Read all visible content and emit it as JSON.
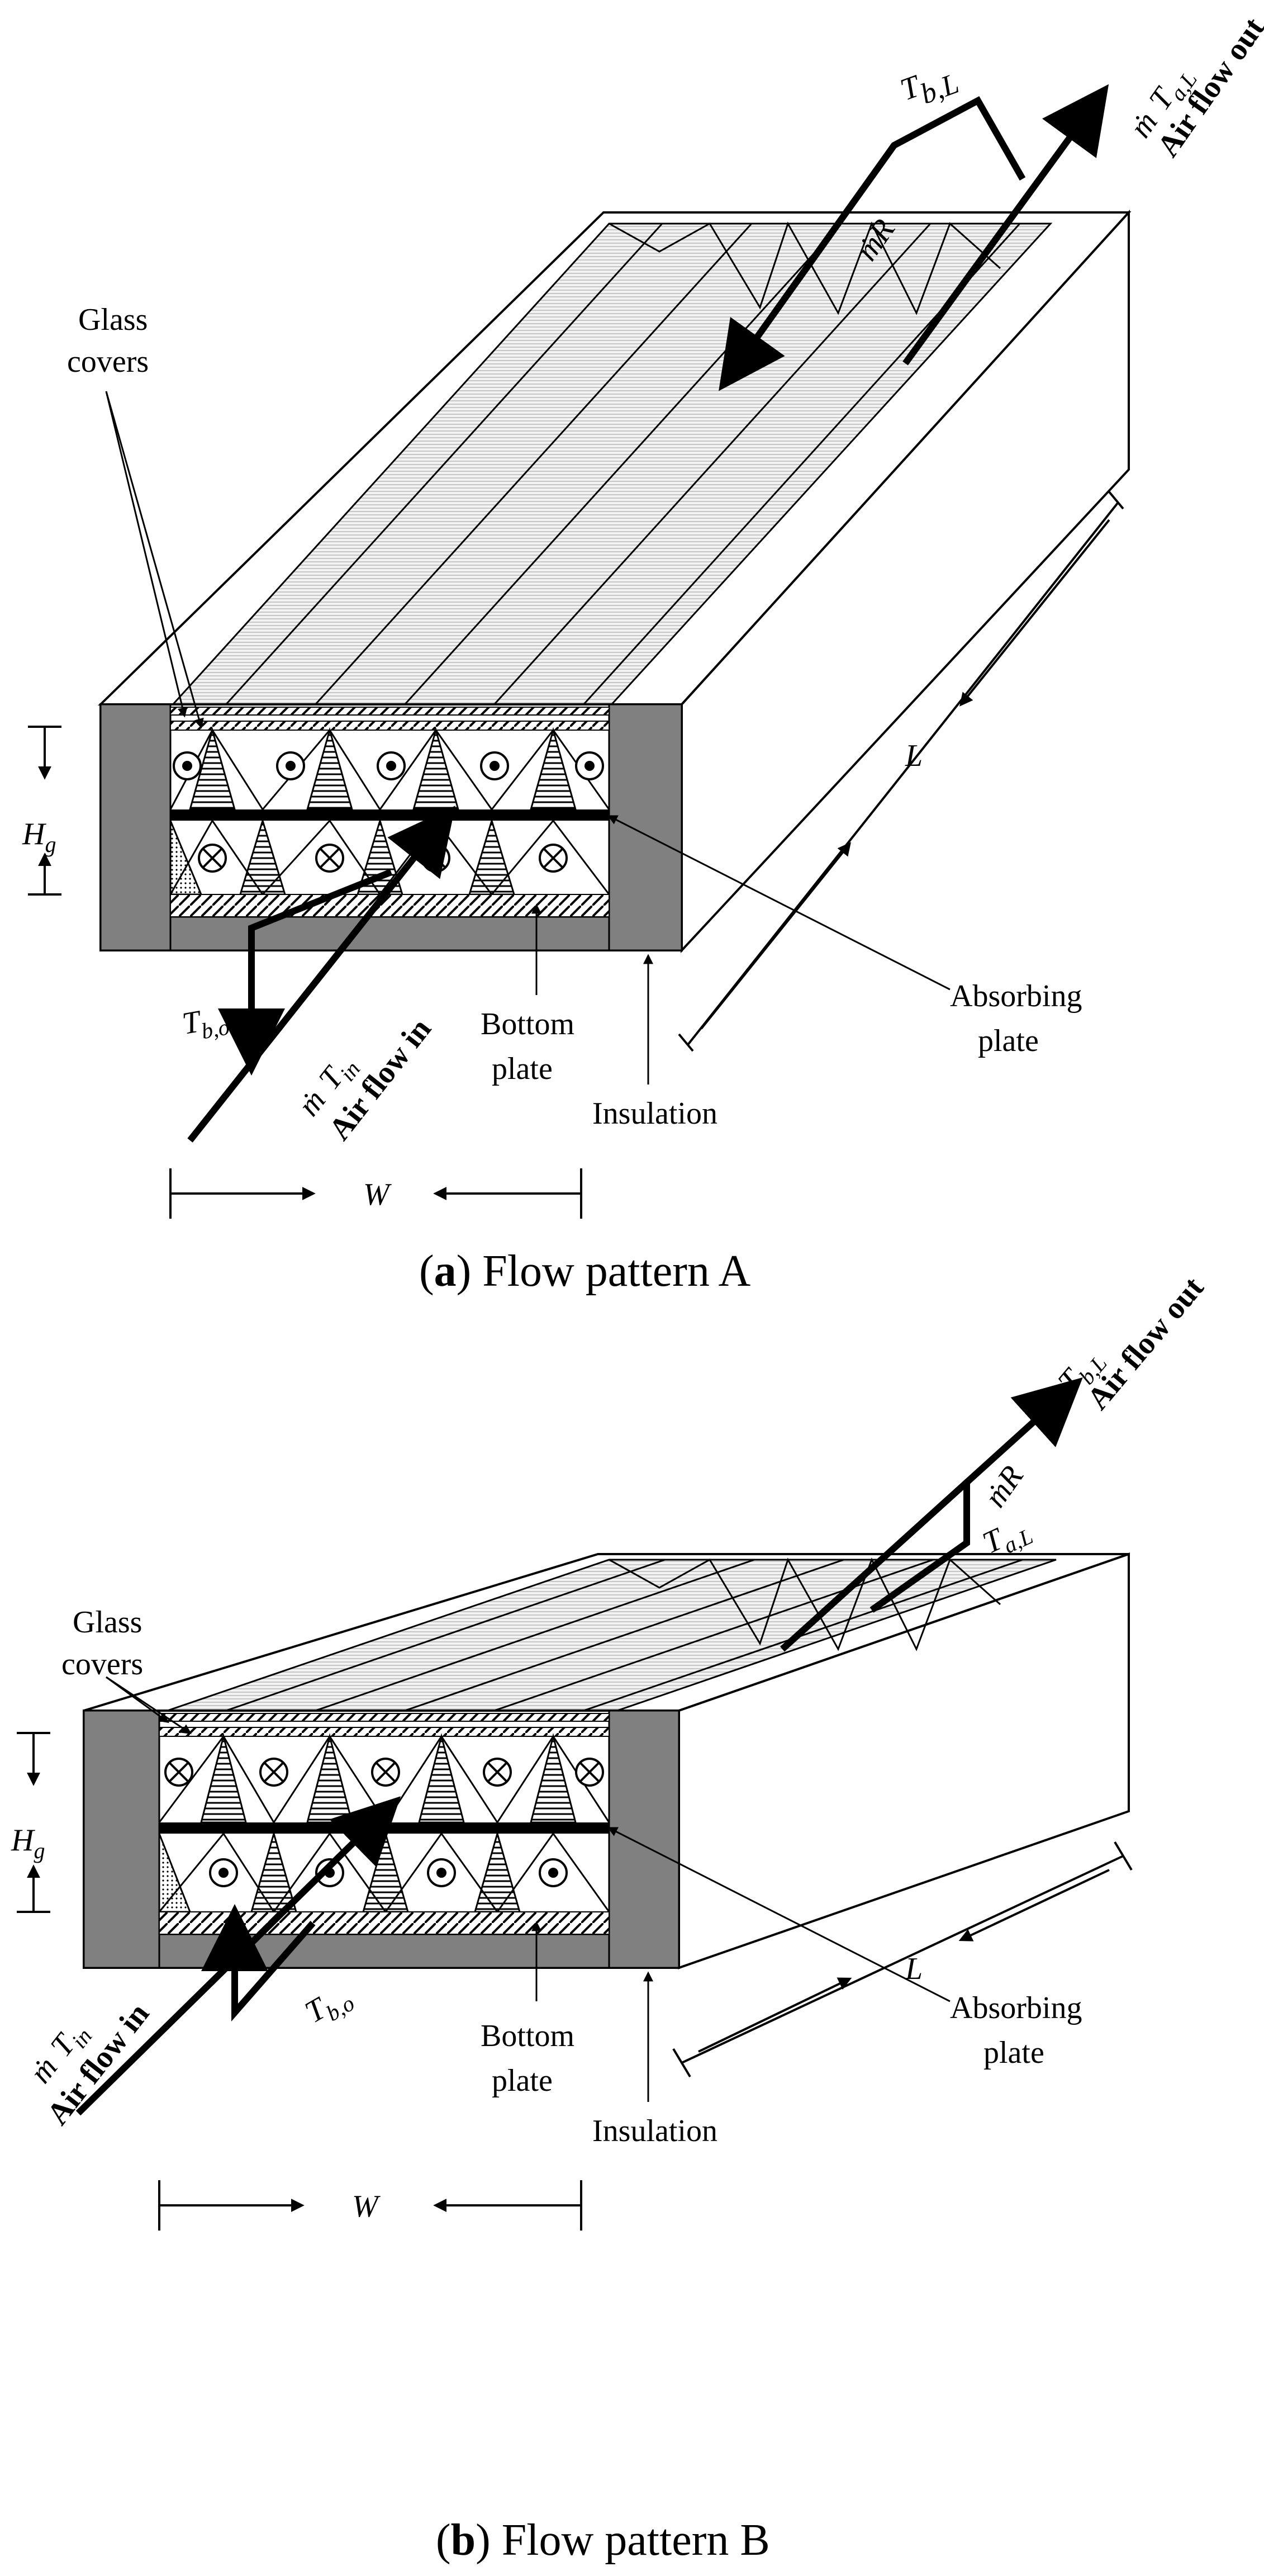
{
  "panel_a": {
    "caption_letter": "a",
    "caption_text": "Flow pattern A",
    "labels": {
      "glass_covers_1": "Glass",
      "glass_covers_2": "covers",
      "absorbing_1": "Absorbing",
      "absorbing_2": "plate",
      "bottom_1": "Bottom",
      "bottom_2": "plate",
      "insulation": "Insulation",
      "air_in": "Air flow in",
      "air_out": "Air flow out",
      "hg": "H",
      "hg_sub": "g",
      "w": "W",
      "l": "L",
      "mR": "ṁR",
      "m_in": "ṁ",
      "t_in": "T",
      "t_in_sub": "in",
      "t_bo": "T",
      "t_bo_sub": "b,o",
      "m_out": "ṁ",
      "t_aL": "T",
      "t_aL_sub": "a,L",
      "t_bL": "T",
      "t_bL_sub": "b,L"
    }
  },
  "panel_b": {
    "caption_letter": "b",
    "caption_text": "Flow pattern B",
    "labels": {
      "glass_covers_1": "Glass",
      "glass_covers_2": "covers",
      "absorbing_1": "Absorbing",
      "absorbing_2": "plate",
      "bottom_1": "Bottom",
      "bottom_2": "plate",
      "insulation": "Insulation",
      "air_in": "Air flow in",
      "air_out": "Air flow out",
      "hg": "H",
      "hg_sub": "g",
      "w": "W",
      "l": "L",
      "mR": "ṁR",
      "m_in": "ṁ",
      "t_in": "T",
      "t_in_sub": "in",
      "t_bo": "T",
      "t_bo_sub": "b,o",
      "m_out": "ṁ",
      "t_bL": "T",
      "t_bL_sub": "b,L",
      "t_aL": "T",
      "t_aL_sub": "a,L"
    }
  },
  "colors": {
    "insulation": "#808080",
    "line": "#000000",
    "glass": "#ececec"
  }
}
